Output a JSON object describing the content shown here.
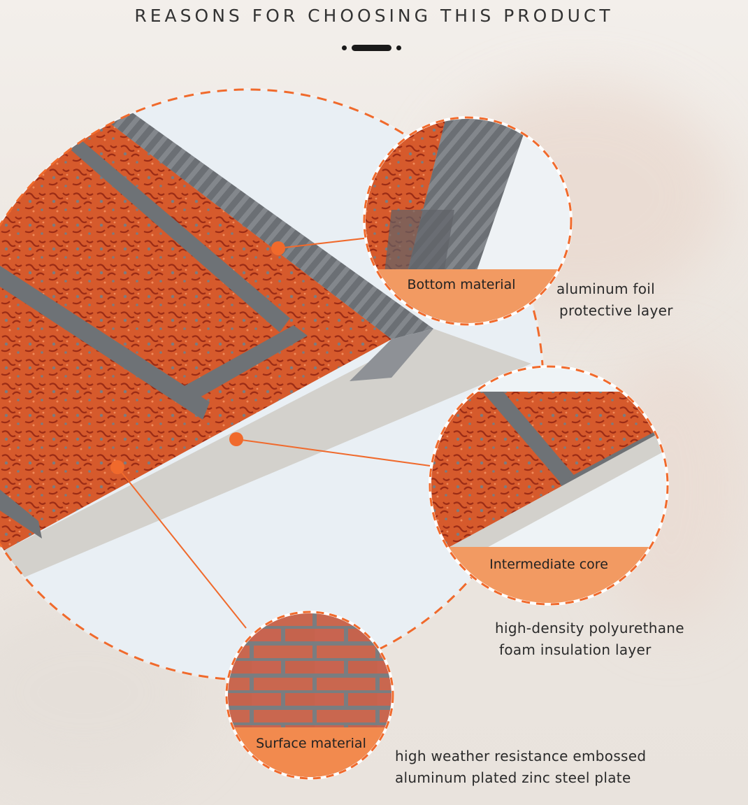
{
  "header": {
    "title": "REASONS FOR CHOOSING THIS PRODUCT"
  },
  "callouts": [
    {
      "label": "Bottom material",
      "description_lines": [
        "aluminum foil",
        "protective layer"
      ]
    },
    {
      "label": "Intermediate core",
      "description_lines": [
        "high-density polyurethane",
        "foam insulation layer"
      ]
    },
    {
      "label": "Surface material",
      "description_lines": [
        "high weather resistance embossed",
        "aluminum plated zinc steel plate"
      ]
    }
  ],
  "colors": {
    "accent": "#f06a2c",
    "band": "#f29a62",
    "brick": "#d4542a",
    "mortar": "#6e7276",
    "core": "#d3d1cc"
  }
}
